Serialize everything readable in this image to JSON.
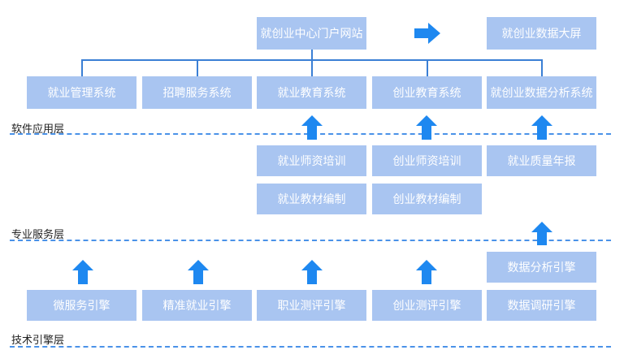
{
  "portal": "就创业中心门户网站",
  "big_screen": "就创业数据大屏",
  "software_layer": {
    "label": "软件应用层",
    "systems": [
      "就业管理系统",
      "招聘服务系统",
      "就业教育系统",
      "创业教育系统",
      "就创业数据分析系统"
    ]
  },
  "service_layer": {
    "label": "专业服务层",
    "items": [
      "就业师资培训",
      "就业教材编制",
      "创业师资培训",
      "创业教材编制",
      "就业质量年报"
    ]
  },
  "engine_layer": {
    "label": "技术引擎层",
    "engines": [
      "微服务引擎",
      "精准就业引擎",
      "职业测评引擎",
      "创业测评引擎",
      "数据分析引擎",
      "数据调研引擎"
    ]
  },
  "colors": {
    "box": "#a9c5f1",
    "arrow": "#1e88f0",
    "dash": "#4a92e8",
    "connector": "#3a7fd5"
  }
}
